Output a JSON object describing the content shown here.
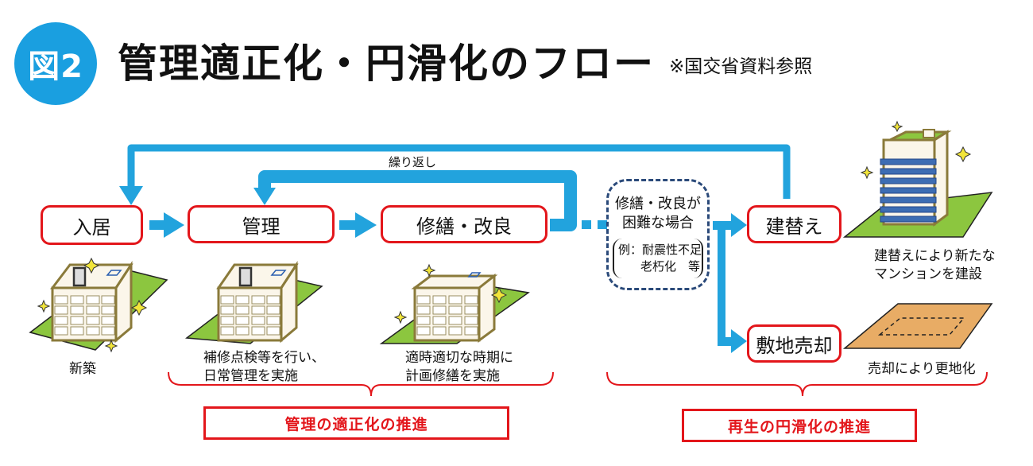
{
  "header": {
    "badge_label": "図2",
    "title": "管理適正化・円滑化のフロー",
    "source_note": "※国交省資料参照"
  },
  "flow": {
    "repeat_label": "繰り返し",
    "steps": [
      {
        "id": "move-in",
        "label": "入居"
      },
      {
        "id": "management",
        "label": "管理"
      },
      {
        "id": "repair",
        "label": "修繕・改良"
      },
      {
        "id": "rebuild",
        "label": "建替え"
      },
      {
        "id": "site-sale",
        "label": "敷地売却"
      }
    ],
    "condition": {
      "line1": "修繕・改良が",
      "line2": "困難な場合",
      "example_line1": "例：耐震性不足",
      "example_line2": "老朽化　等"
    }
  },
  "captions": {
    "new_build": "新築",
    "management_line1": "補修点検等を行い、",
    "management_line2": "日常管理を実施",
    "repair_line1": "適時適切な時期に",
    "repair_line2": "計画修繕を実施",
    "rebuild_line1": "建替えにより新たな",
    "rebuild_line2": "マンションを建設",
    "sale": "売却により更地化"
  },
  "goals": {
    "left": "管理の適正化の推進",
    "right": "再生の円滑化の推進"
  },
  "colors": {
    "arrow_blue": "#22a3dd",
    "box_red": "#e3161b",
    "badge_blue": "#1a9fe0",
    "dash_navy": "#2b4a7a",
    "grass_green": "#8cc63f",
    "land_tan": "#e8ac65",
    "building_outline": "#8a7a3a",
    "window_blue": "#3d6db3",
    "sparkle_yellow": "#f2e53a"
  }
}
